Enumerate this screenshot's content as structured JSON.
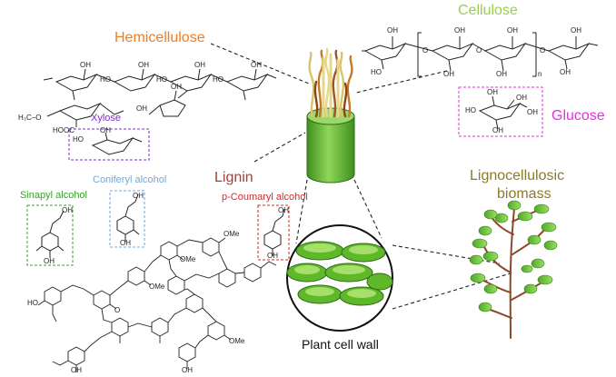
{
  "labels": {
    "hemicellulose": "Hemicellulose",
    "cellulose": "Cellulose",
    "glucose": "Glucose",
    "xylose": "Xylose",
    "lignin": "Lignin",
    "coniferyl": "Coniferyl alcohol",
    "sinapyl": "Sinapyl alcohol",
    "coumaryl": "p-Coumaryl alcohol",
    "biomass_line1": "Lignocellulosic",
    "biomass_line2": "biomass",
    "cell_wall": "Plant cell wall"
  },
  "chem": {
    "oh": "OH",
    "ho": "HO",
    "o": "O",
    "h3co": "H₃C–O",
    "cooc": "HOOC",
    "n": "n",
    "ome": "OMe"
  },
  "colors": {
    "hemicellulose": "#f07c1e",
    "cellulose": "#9acd4f",
    "glucose": "#e52fe0",
    "xylose": "#7a2fd0",
    "lignin": "#a0413a",
    "coniferyl": "#6ea8df",
    "sinapyl": "#3aa12a",
    "coumaryl": "#d62a2a",
    "biomass": "#8c7a2a",
    "fiber_green": "#6cc23a",
    "leaf_green": "#7a9a3a",
    "stem_brown": "#8a4a2a"
  }
}
